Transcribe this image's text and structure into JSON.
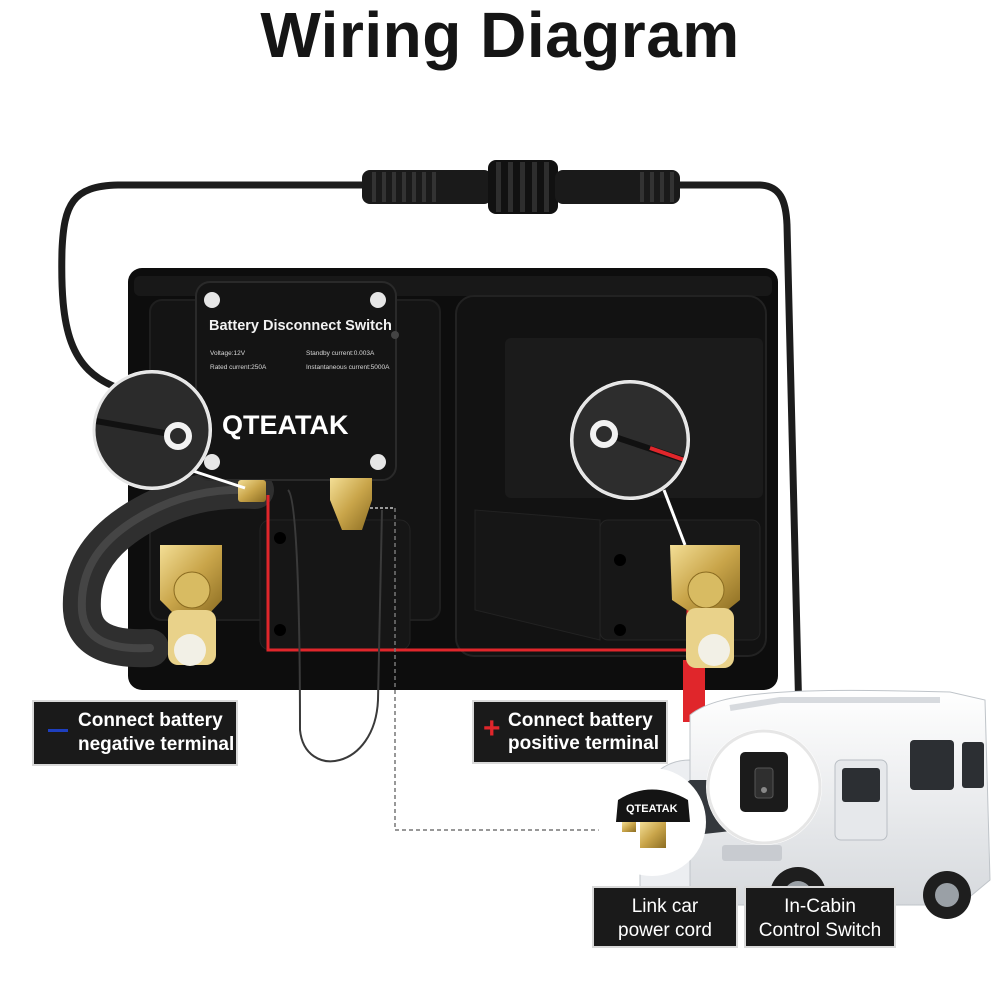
{
  "title": "Wiring Diagram",
  "device": {
    "name": "Battery Disconnect Switch",
    "brand": "QTEATAK",
    "specs": {
      "voltage": "Voltage:12V",
      "rated_current": "Rated current:250A",
      "standby_current": "Standby current:0.003A",
      "instantaneous_current": "Instantaneous current:5000A"
    }
  },
  "labels": {
    "negative": {
      "line1": "Connect battery",
      "line2": "negative terminal"
    },
    "positive": {
      "line1": "Connect battery",
      "line2": "positive terminal"
    },
    "power_cord": {
      "line1": "Link car",
      "line2": "power cord"
    },
    "cabin_switch": {
      "line1": "In-Cabin",
      "line2": "Control Switch"
    }
  },
  "colors": {
    "cable": "#1c1c1c",
    "red_wire": "#e0262b",
    "negative_mark": "#1e3fbf",
    "positive_mark": "#e0262b",
    "terminal_brass": "#c9a54a",
    "battery_body": "#111111"
  },
  "icons": [
    "ring-terminal-icon",
    "battery-icon",
    "rv-motorhome-icon",
    "switch-panel-icon"
  ]
}
